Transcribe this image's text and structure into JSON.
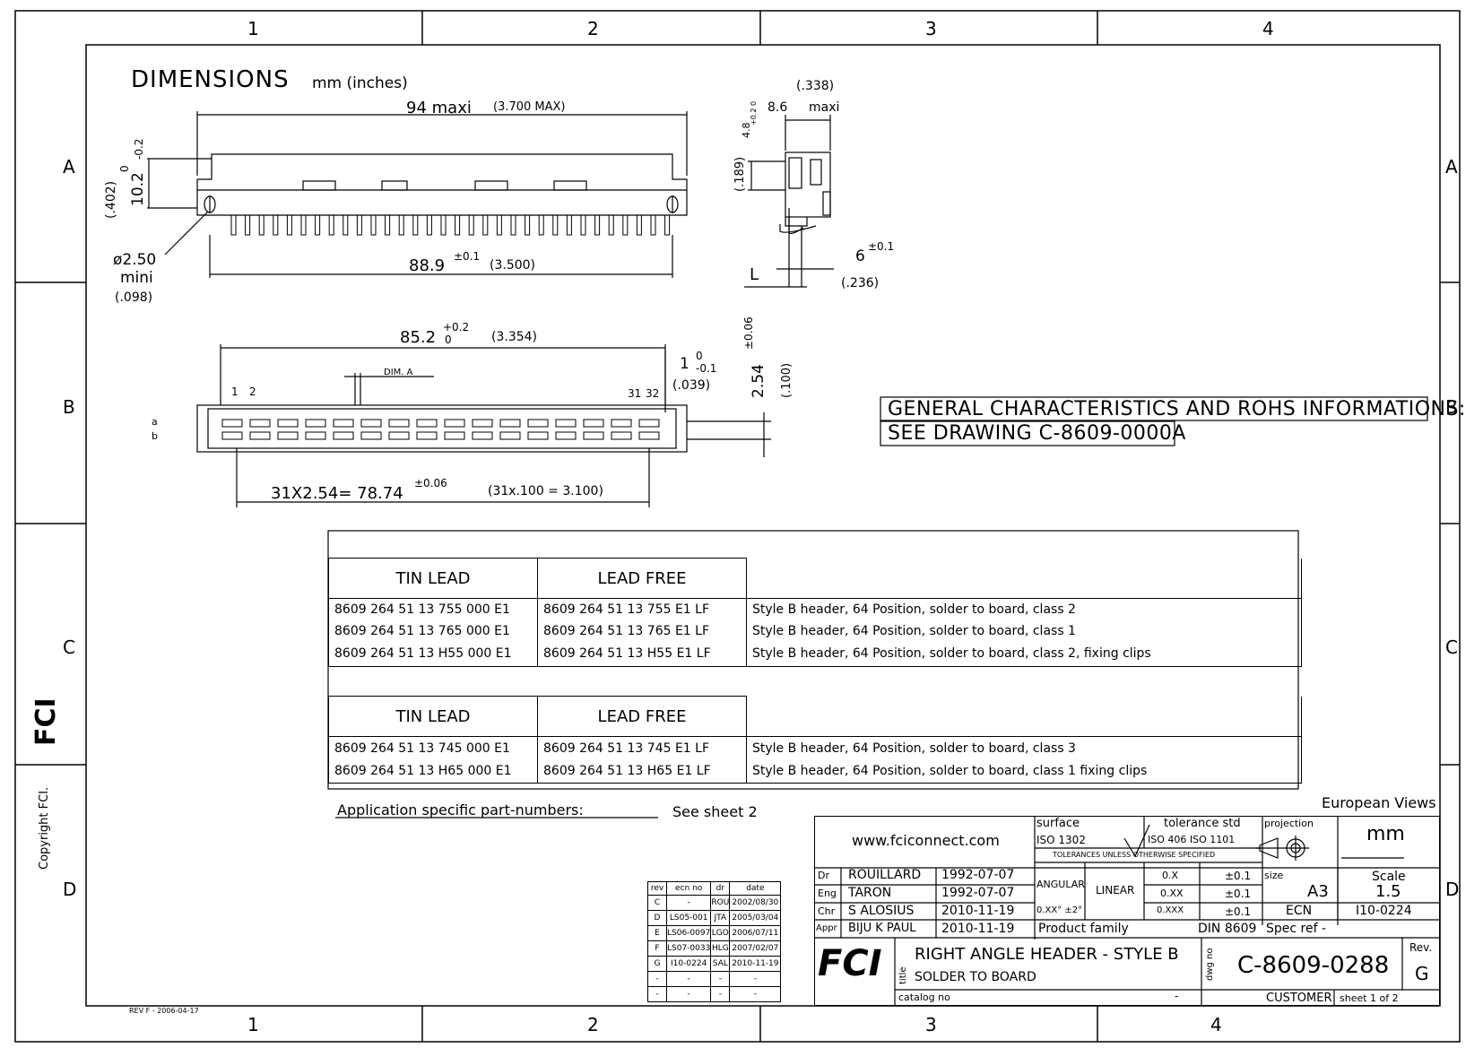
{
  "frame": {
    "cols": [
      "1",
      "2",
      "3",
      "4"
    ],
    "rows": [
      "A",
      "B",
      "C",
      "D"
    ],
    "rev_note": "REV F - 2006-04-17",
    "copyright": "Copyright FCI."
  },
  "dims": {
    "title": "DIMENSIONS",
    "units": "mm (inches)",
    "len94": "94  maxi",
    "len94_in": "(3.700 MAX)",
    "h10": "10.2",
    "h10_tol_top": "0",
    "h10_tol_bot": "-0.2",
    "h10_in": "(.402)",
    "hole": "ø2.50",
    "hole_mini": "mini",
    "hole_in": "(.098)",
    "len889": "88.9",
    "len889_tol": "±0.1",
    "len889_in": "(3.500)",
    "side_in": "(.338)",
    "side_86": "8.6",
    "side_maxi": "maxi",
    "side_48": "4.8",
    "side_48_tol": "+0.2 0",
    "side_189": "(.189)",
    "side_L": "L",
    "side_6": "6",
    "side_6_tol": "±0.1",
    "side_236": "(.236)",
    "len852": "85.2",
    "len852_tol_top": "+0.2",
    "len852_tol_bot": "0",
    "len852_in": "(3.354)",
    "dim_a": "DIM. A",
    "pin1": "1",
    "pin2": "2",
    "pin31": "31",
    "pin32": "32",
    "row_a": "a",
    "row_b": "b",
    "one": "1",
    "one_tol_top": "0",
    "one_tol_bot": "-0.1",
    "one_in": "(.039)",
    "pitch": "2.54",
    "pitch_tol": "±0.06",
    "pitch_in": "(.100)",
    "span": "31X2.54= 78.74",
    "span_tol": "±0.06",
    "span_in": "(31x.100 = 3.100)"
  },
  "general": {
    "line1": "GENERAL CHARACTERISTICS AND ROHS INFORMATIONS:",
    "line2": "SEE DRAWING C-8609-0000A"
  },
  "table1": {
    "h_tin": "TIN LEAD",
    "h_free": "LEAD FREE",
    "rows": [
      [
        "8609 264 51 13 755 000 E1",
        "8609 264 51 13 755 E1 LF",
        "Style B header, 64 Position, solder to board, class 2"
      ],
      [
        "8609 264 51 13 765 000 E1",
        "8609 264 51 13 765 E1 LF",
        "Style B header, 64 Position, solder to board, class 1"
      ],
      [
        "8609 264 51 13 H55 000 E1",
        "8609 264 51 13 H55 E1 LF",
        "Style B header, 64 Position, solder to board, class 2, fixing clips"
      ]
    ]
  },
  "table2": {
    "h_tin": "TIN LEAD",
    "h_free": "LEAD FREE",
    "rows": [
      [
        "8609 264 51 13 745 000 E1",
        "8609 264 51 13 745 E1 LF",
        "Style B header, 64 Position, solder to board, class 3"
      ],
      [
        "8609 264 51 13 H65 000 E1",
        "8609 264 51 13 H65 E1 LF",
        "Style B header, 64 Position, solder to board, class 1 fixing clips"
      ]
    ]
  },
  "app": {
    "label": "Application specific part-numbers:",
    "see": "See sheet 2"
  },
  "euro": "European Views",
  "revtable": {
    "headers": [
      "rev",
      "ecn no",
      "dr",
      "date"
    ],
    "rows": [
      [
        "C",
        "-",
        "ROU",
        "2002/08/30"
      ],
      [
        "D",
        "LS05-001",
        "JTA",
        "2005/03/04"
      ],
      [
        "E",
        "LS06-0097",
        "LGO",
        "2006/07/11"
      ],
      [
        "F",
        "LS07-0033",
        "HLG",
        "2007/02/07"
      ],
      [
        "G",
        "I10-0224",
        "SAL",
        "2010-11-19"
      ],
      [
        "-",
        "-",
        "-",
        "-"
      ],
      [
        "-",
        "-",
        "-",
        "-"
      ]
    ]
  },
  "title_block": {
    "web": "www.fciconnect.com",
    "surface": "surface",
    "iso1302": "ISO 1302",
    "tol_std": "tolerance std",
    "iso406": "ISO 406  ISO 1101",
    "tol_note": "TOLERANCES UNLESS OTHERWISE SPECIFIED",
    "projection": "projection",
    "mm": "mm",
    "people": [
      [
        "Dr",
        "ROUILLARD",
        "1992-07-07"
      ],
      [
        "Eng",
        "TARON",
        "1992-07-07"
      ],
      [
        "Chr",
        "S ALOSIUS",
        "2010-11-19"
      ],
      [
        "Appr",
        "BIJU K PAUL",
        "2010-11-19"
      ]
    ],
    "angular": "ANGULAR",
    "angular_val": "0.XX°  ±2°",
    "linear": "LINEAR",
    "lin_rows": [
      [
        "0.X",
        "±0.1"
      ],
      [
        "0.XX",
        "±0.1"
      ],
      [
        "0.XXX",
        "±0.1"
      ]
    ],
    "size_label": "size",
    "size": "A3",
    "scale_label": "Scale",
    "scale": "1.5",
    "ecn_label": "ECN",
    "ecn": "I10-0224",
    "product_family": "Product family",
    "din": "DIN 8609",
    "spec_ref": "Spec ref  -",
    "title_label": "title",
    "title1": "RIGHT ANGLE HEADER - STYLE B",
    "title2": "SOLDER TO BOARD",
    "catalog": "catalog no",
    "catalog_dash": "-",
    "dwg_label": "dwg no",
    "dwg": "C-8609-0288",
    "rev_label": "Rev.",
    "rev": "G",
    "customer": "CUSTOMER",
    "sheet": "sheet  1  of  2",
    "logo": "FCI"
  }
}
